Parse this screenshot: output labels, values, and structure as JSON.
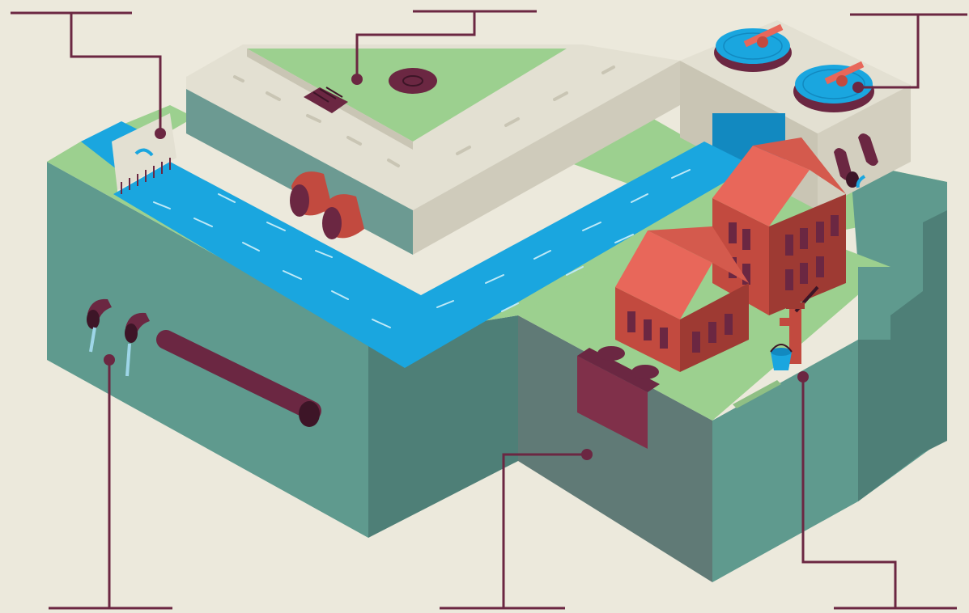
{
  "illustration": {
    "palette": {
      "background": "#ece9dc",
      "grass": "#9cd08f",
      "wall_front": "#5f9a8e",
      "wall_side": "#4e7f77",
      "wall_dark": "#607a76",
      "water": "#1aa6df",
      "water_dark": "#1289c0",
      "road": "#e3e0d2",
      "road_edge": "#cfcbbb",
      "road_mark": "#c9c5b4",
      "pipe": "#6b2742",
      "pipe_mouth": "#3d1527",
      "brick": "#c24a3f",
      "brick_dark": "#9e3a33",
      "roof": "#e8675a",
      "window": "#6b2742",
      "cistern_lid": "#6b2742",
      "callout": "#6b2742"
    },
    "objects": [
      "water-treatment-plant",
      "settling-tanks",
      "outflow-pipes",
      "river",
      "trash-screen",
      "road-bridge",
      "storm-drain",
      "manhole",
      "culvert-pipes",
      "houses",
      "septic-tank",
      "hand-pump",
      "bucket",
      "groundwater-pipe",
      "wall-drainage-pipes"
    ],
    "callout_count": 6
  }
}
